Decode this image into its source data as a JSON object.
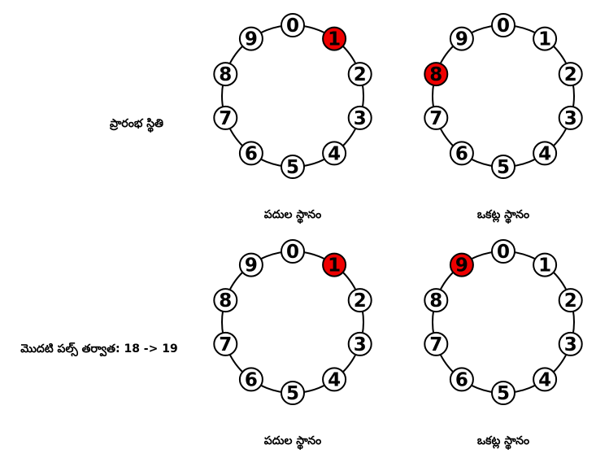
{
  "rows": [
    {
      "label": "ప్రారంభ స్థితి",
      "rings": [
        {
          "label": "పదుల స్థానం",
          "active": 1
        },
        {
          "label": "ఒకట్ల స్థానం",
          "active": 8
        }
      ]
    },
    {
      "label": "మొదటి పల్స్ తర్వాత: 18 -> 19",
      "rings": [
        {
          "label": "పదుల స్థానం",
          "active": 1
        },
        {
          "label": "ఒకట్ల స్థానం",
          "active": 9
        }
      ]
    }
  ],
  "digits": [
    "0",
    "1",
    "2",
    "3",
    "4",
    "5",
    "6",
    "7",
    "8",
    "9"
  ],
  "colors": {
    "active": "#ee0000",
    "inactive": "#ffffff",
    "stroke": "#000000"
  }
}
